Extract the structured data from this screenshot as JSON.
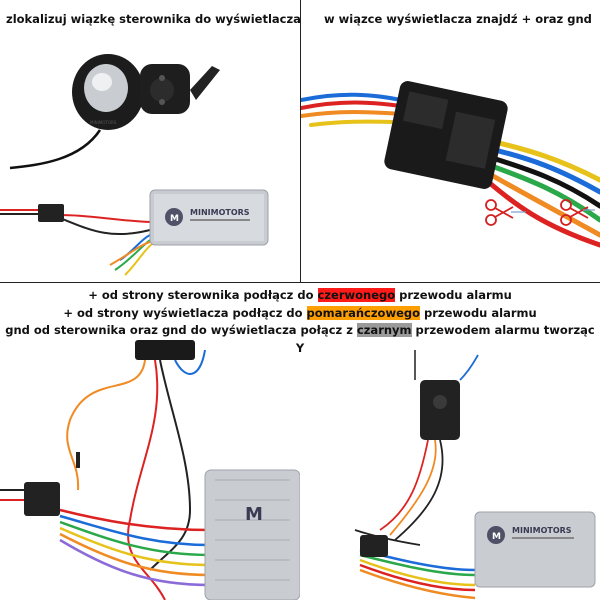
{
  "captions": {
    "top_left": "zlokalizuj wiązkę sterownika do wyświetlacza",
    "top_right": "w wiązce wyświetlacza znajdź + oraz gnd",
    "bottom": {
      "line1_pre": "+ od strony sterownika podłącz do ",
      "line1_hl": "czerwonego",
      "line1_post": " przewodu alarmu",
      "line2_pre": "+ od strony wyświetlacza podłącz do ",
      "line2_hl": "pomarańczowego",
      "line2_post": " przewodu alarmu",
      "line3_pre": "gnd od sterownika oraz gnd do wyświetlacza połącz z ",
      "line3_hl": "czarnym",
      "line3_post": " przewodem alarmu tworząc Y"
    }
  },
  "labels": {
    "brand": "MINIMOTORS",
    "brand_short": "M"
  },
  "colors": {
    "red": "#ff1a1a",
    "orange": "#ff9e00",
    "gray": "#9a9a9a",
    "scissors": "#d42020"
  }
}
